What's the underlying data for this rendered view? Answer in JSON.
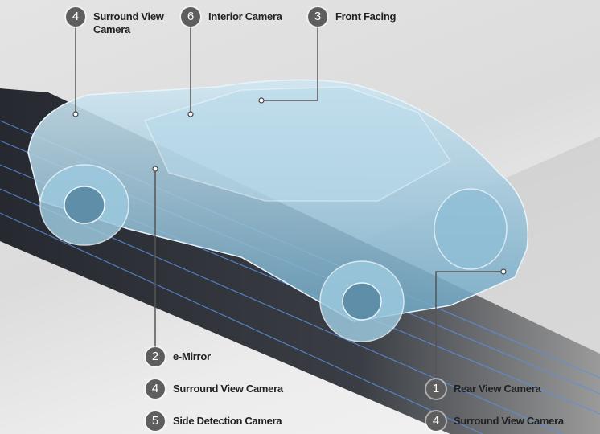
{
  "callouts": [
    {
      "number": "4",
      "label": "Surround View Camera"
    },
    {
      "number": "6",
      "label": "Interior Camera"
    },
    {
      "number": "3",
      "label": "Front Facing"
    },
    {
      "number": "2",
      "label": "e-Mirror"
    },
    {
      "number": "4",
      "label": "Surround View Camera"
    },
    {
      "number": "5",
      "label": "Side Detection Camera"
    },
    {
      "number": "1",
      "label": "Rear View Camera"
    },
    {
      "number": "4",
      "label": "Surround View Camera"
    }
  ],
  "colors": {
    "badge": "#5e5e5e",
    "road": "#1e2228",
    "car": "#8fc3dc",
    "lane": "#4a7fd0"
  }
}
